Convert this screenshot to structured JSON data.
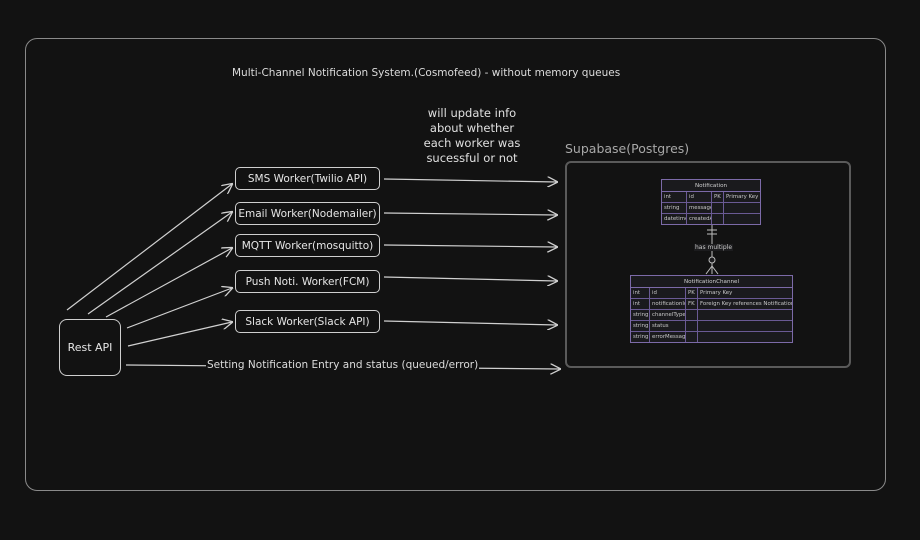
{
  "title": "Multi-Channel Notification System.(Cosmofeed) - without memory queues",
  "note": "will update info\nabout whether\neach worker was\nsucessful or not",
  "rest_api": "Rest API",
  "workers": [
    "SMS Worker(Twilio API)",
    "Email Worker(Nodemailer)",
    "MQTT Worker(mosquitto)",
    "Push Noti. Worker(FCM)",
    "Slack Worker(Slack API)"
  ],
  "direct_edge_label": "Setting Notification Entry and status (queued/error)",
  "database": {
    "label": "Supabase(Postgres)",
    "relationship_label": "has multiple",
    "notification_table": {
      "name": "Notification",
      "rows": [
        [
          "int",
          "id",
          "PK",
          "Primary Key"
        ],
        [
          "string",
          "message",
          "",
          ""
        ],
        [
          "datetime",
          "createdAt",
          "",
          ""
        ]
      ]
    },
    "channel_table": {
      "name": "NotificationChannel",
      "rows": [
        [
          "int",
          "id",
          "PK",
          "Primary Key"
        ],
        [
          "int",
          "notificationId",
          "FK",
          "Foreign Key references Notification(id)"
        ],
        [
          "string",
          "channelType",
          "",
          ""
        ],
        [
          "string",
          "status",
          "",
          ""
        ],
        [
          "string",
          "errorMessage",
          "",
          ""
        ]
      ]
    }
  },
  "colors": {
    "background": "#121212",
    "stroke": "#cfcfcf",
    "table_border": "#7c6aa8"
  }
}
